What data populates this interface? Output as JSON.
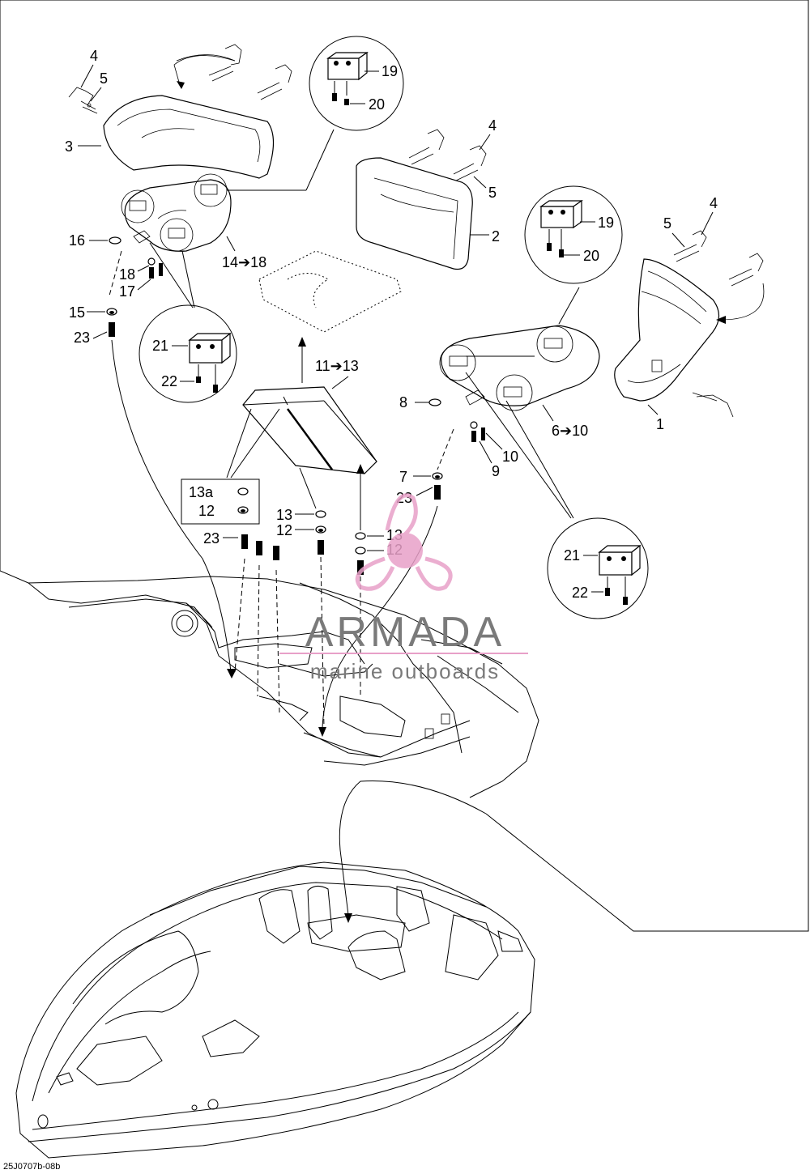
{
  "diagram": {
    "code": "25J0707b-08b",
    "callouts": {
      "c1": "1",
      "c2": "2",
      "c3": "3",
      "c4a": "4",
      "c4b": "4",
      "c4c": "4",
      "c5a": "5",
      "c5b": "5",
      "c5c": "5",
      "c6": "6➔10",
      "c7": "7",
      "c8": "8",
      "c9": "9",
      "c10": "10",
      "c11": "11➔13",
      "c12a": "12",
      "c12b": "12",
      "c12c": "12",
      "c13a": "13a",
      "c13b": "13",
      "c13c": "13",
      "c14": "14➔18",
      "c15": "15",
      "c16": "16",
      "c17": "17",
      "c18": "18",
      "c19a": "19",
      "c19b": "19",
      "c20a": "20",
      "c20b": "20",
      "c21a": "21",
      "c21b": "21",
      "c22a": "22",
      "c22b": "22",
      "c23a": "23",
      "c23b": "23",
      "c23c": "23"
    }
  },
  "watermark": {
    "brand": "ARMADA",
    "tagline": "marine outboards",
    "color": "#e8a0c8"
  }
}
